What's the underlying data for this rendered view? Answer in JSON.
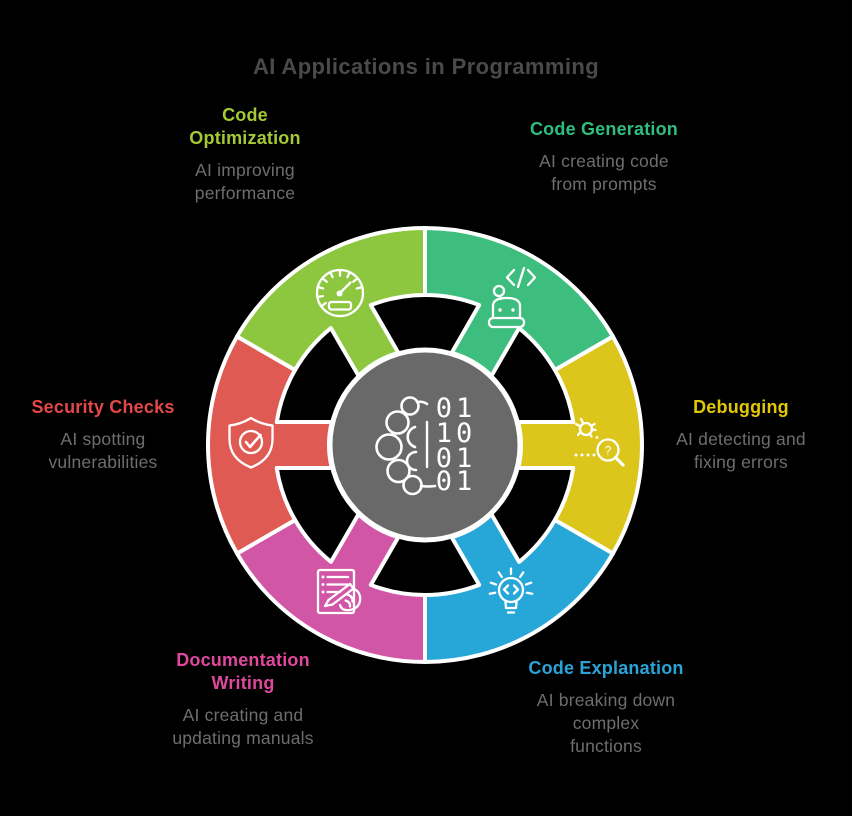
{
  "title": "AI Applications in Programming",
  "center": {
    "icon": "brain-binary-icon",
    "bg": "#696969",
    "rows": [
      "01",
      "10",
      "01",
      "01"
    ]
  },
  "icons": {
    "magnifier_glyph": "?"
  },
  "segments": [
    {
      "id": "code-generation",
      "label": "Code Generation",
      "desc": "AI creating code\nfrom prompts",
      "color": "#3ebe7e",
      "label_color": "#2fbe7d",
      "icon": "robot-code-icon"
    },
    {
      "id": "debugging",
      "label": "Debugging",
      "desc": "AI detecting and\nfixing errors",
      "color": "#dcc61b",
      "label_color": "#e2c704",
      "icon": "bug-magnifier-icon"
    },
    {
      "id": "code-explanation",
      "label": "Code Explanation",
      "desc": "AI breaking down\ncomplex\nfunctions",
      "color": "#27a7d8",
      "label_color": "#29a4d9",
      "icon": "lightbulb-code-icon"
    },
    {
      "id": "documentation-writing",
      "label": "Documentation\nWriting",
      "desc": "AI creating and\nupdating manuals",
      "color": "#d156a6",
      "label_color": "#e0489e",
      "icon": "document-pen-icon"
    },
    {
      "id": "security-checks",
      "label": "Security Checks",
      "desc": "AI spotting\nvulnerabilities",
      "color": "#e05a54",
      "label_color": "#e34848",
      "icon": "shield-check-icon"
    },
    {
      "id": "code-optimization",
      "label": "Code\nOptimization",
      "desc": "AI improving\nperformance",
      "color": "#8dc63f",
      "label_color": "#a4c934",
      "icon": "speedometer-icon"
    }
  ]
}
